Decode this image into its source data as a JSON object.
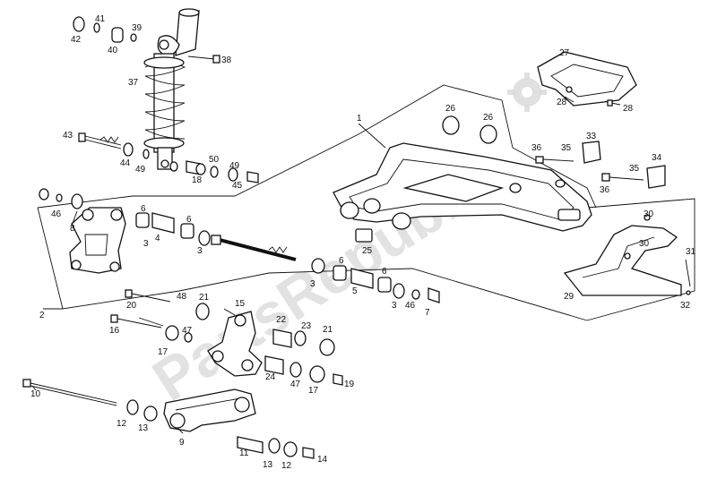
{
  "watermark": "PartsRepublik",
  "callouts": [
    {
      "n": "1"
    },
    {
      "n": "2"
    },
    {
      "n": "3"
    },
    {
      "n": "3"
    },
    {
      "n": "3"
    },
    {
      "n": "3"
    },
    {
      "n": "4"
    },
    {
      "n": "5"
    },
    {
      "n": "6"
    },
    {
      "n": "6"
    },
    {
      "n": "6"
    },
    {
      "n": "6"
    },
    {
      "n": "7"
    },
    {
      "n": "8"
    },
    {
      "n": "9"
    },
    {
      "n": "10"
    },
    {
      "n": "11"
    },
    {
      "n": "12"
    },
    {
      "n": "12"
    },
    {
      "n": "13"
    },
    {
      "n": "13"
    },
    {
      "n": "14"
    },
    {
      "n": "15"
    },
    {
      "n": "16"
    },
    {
      "n": "17"
    },
    {
      "n": "17"
    },
    {
      "n": "18"
    },
    {
      "n": "19"
    },
    {
      "n": "20"
    },
    {
      "n": "21"
    },
    {
      "n": "21"
    },
    {
      "n": "22"
    },
    {
      "n": "23"
    },
    {
      "n": "24"
    },
    {
      "n": "25"
    },
    {
      "n": "26"
    },
    {
      "n": "26"
    },
    {
      "n": "27"
    },
    {
      "n": "28"
    },
    {
      "n": "28"
    },
    {
      "n": "29"
    },
    {
      "n": "30"
    },
    {
      "n": "30"
    },
    {
      "n": "31"
    },
    {
      "n": "32"
    },
    {
      "n": "33"
    },
    {
      "n": "34"
    },
    {
      "n": "35"
    },
    {
      "n": "35"
    },
    {
      "n": "36"
    },
    {
      "n": "36"
    },
    {
      "n": "37"
    },
    {
      "n": "38"
    },
    {
      "n": "39"
    },
    {
      "n": "40"
    },
    {
      "n": "41"
    },
    {
      "n": "42"
    },
    {
      "n": "43"
    },
    {
      "n": "44"
    },
    {
      "n": "45"
    },
    {
      "n": "46"
    },
    {
      "n": "46"
    },
    {
      "n": "47"
    },
    {
      "n": "47"
    },
    {
      "n": "48"
    },
    {
      "n": "49"
    },
    {
      "n": "49"
    },
    {
      "n": "50"
    }
  ]
}
